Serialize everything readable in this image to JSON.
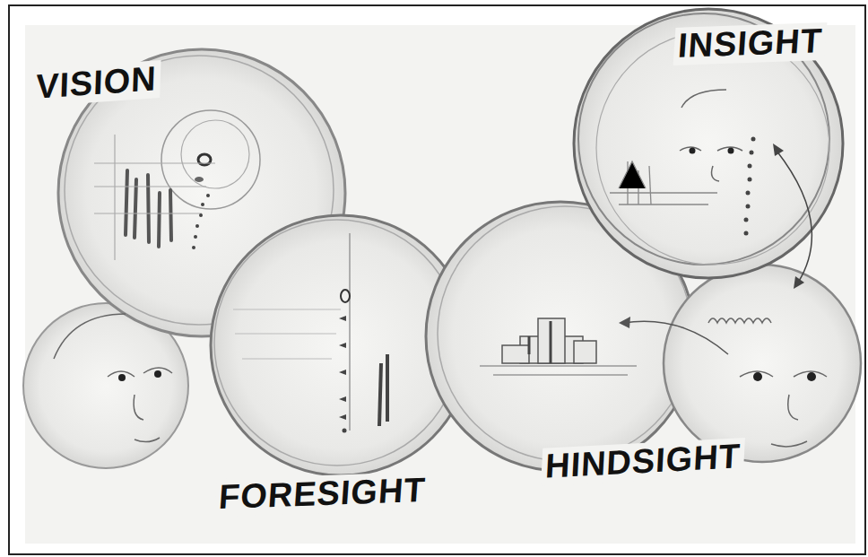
{
  "diagram": {
    "labels": [
      "VISION",
      "INSIGHT",
      "FORESIGHT",
      "HINDSIGHT"
    ]
  }
}
